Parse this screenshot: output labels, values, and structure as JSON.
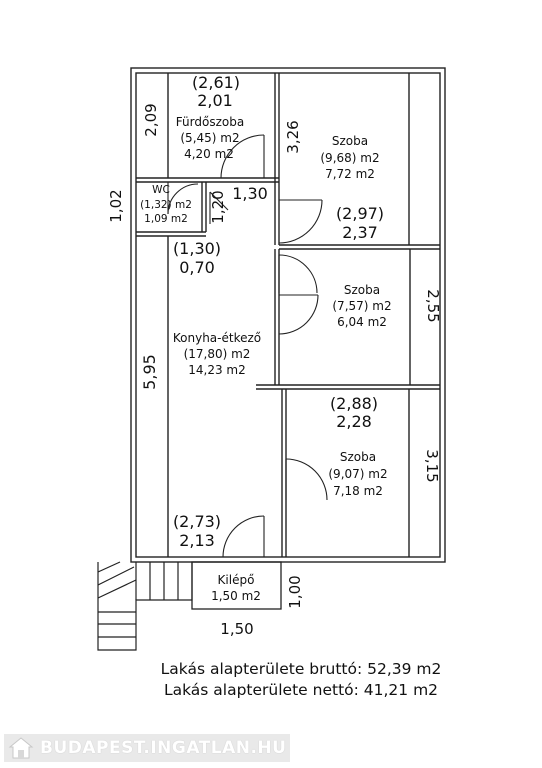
{
  "rooms": {
    "bathroom": {
      "name": "Fürdőszoba",
      "gross": "(5,45) m2",
      "net": "4,20 m2"
    },
    "wc": {
      "name": "WC",
      "gross": "(1,32) m2",
      "net": "1,09 m2"
    },
    "room1": {
      "name": "Szoba",
      "gross": "(9,68) m2",
      "net": "7,72 m2"
    },
    "room2": {
      "name": "Szoba",
      "gross": "(7,57) m2",
      "net": "6,04 m2"
    },
    "room3": {
      "name": "Szoba",
      "gross": "(9,07) m2",
      "net": "7,18 m2"
    },
    "kitchen": {
      "name": "Konyha-étkező",
      "gross": "(17,80) m2",
      "net": "14,23 m2"
    },
    "porch": {
      "name": "Kilépő",
      "area": "1,50 m2"
    }
  },
  "dimensions": {
    "bath_gross": "(2,61)",
    "bath_net": "2,01",
    "bath_height": "2,09",
    "room1_height": "3,26",
    "room1_gross": "(2,97)",
    "room1_net": "2,37",
    "wc_left": "1,02",
    "wc_width": "1,30",
    "wc_height": "1,20",
    "hall_gross": "(1,30)",
    "hall_net": "0,70",
    "room2_height": "2,55",
    "kitchen_height": "5,95",
    "room3_gross": "(2,88)",
    "room3_net": "2,28",
    "room3_height": "3,15",
    "kitchen_gross": "(2,73)",
    "kitchen_net": "2,13",
    "porch_height": "1,00",
    "porch_width": "1,50"
  },
  "summary": {
    "gross": "Lakás alapterülete bruttó: 52,39 m2",
    "net": "Lakás alapterülete nettó: 41,21 m2"
  },
  "watermark": {
    "text": "BUDAPEST.INGATLAN.HU"
  }
}
